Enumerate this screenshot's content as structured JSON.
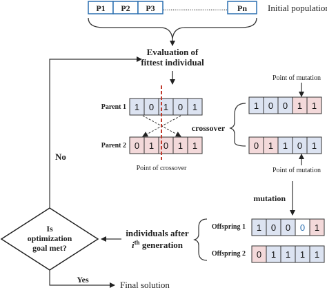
{
  "population": {
    "items": [
      "P1",
      "P2",
      "P3",
      "Pn"
    ],
    "dots": "..................................",
    "label": "Initial population"
  },
  "evaluation": {
    "line1": "Evaluation of",
    "line2": "fittest individual"
  },
  "parents": [
    {
      "label": "Parent 1",
      "bits": [
        "1",
        "0",
        "1",
        "0",
        "1"
      ]
    },
    {
      "label": "Parent 2",
      "bits": [
        "0",
        "1",
        "0",
        "1",
        "1"
      ]
    }
  ],
  "crossover": {
    "label": "crossover",
    "point_label": "Point of crossover",
    "results": [
      {
        "bits": [
          "1",
          "0",
          "0",
          "1",
          "1"
        ]
      },
      {
        "bits": [
          "0",
          "1",
          "1",
          "0",
          "1"
        ]
      }
    ]
  },
  "mutation": {
    "label": "mutation",
    "point_label_top": "Point of mutation",
    "point_label_bottom": "Point of mutation"
  },
  "offspring": [
    {
      "label": "Offspring 1",
      "bits": [
        "1",
        "0",
        "0",
        "0",
        "1"
      ]
    },
    {
      "label": "Offspring 2",
      "bits": [
        "0",
        "1",
        "1",
        "1",
        "1"
      ]
    }
  ],
  "generation": {
    "line1": "individuals after",
    "line2_sup": "th",
    "line2_pre": "i",
    "line2_post": " generation"
  },
  "decision": {
    "line1": "Is",
    "line2": "optimization",
    "line3": "goal met?"
  },
  "branches": {
    "no": "No",
    "yes": "Yes"
  },
  "final": "Final solution",
  "colors": {
    "blue_cell": "#dce3f1",
    "pink_cell": "#f3d9da",
    "crossover_line": "#c0392b",
    "border": "#333333"
  }
}
